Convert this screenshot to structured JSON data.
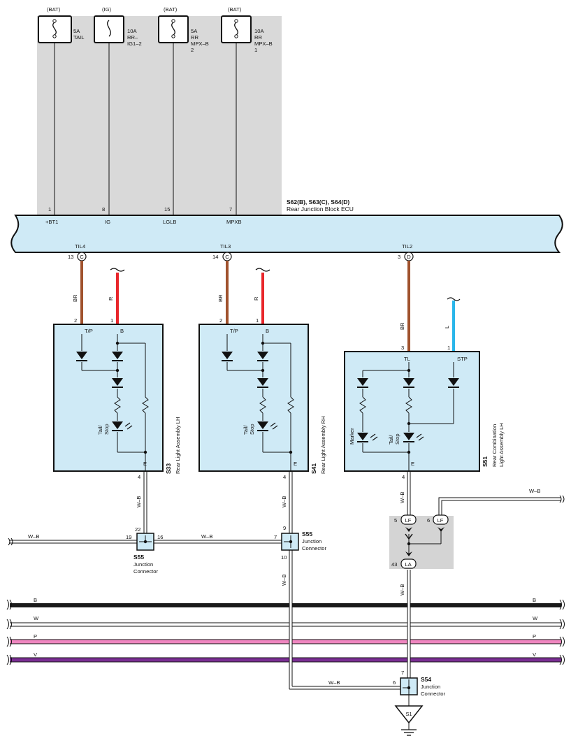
{
  "fuses": [
    {
      "source": "(BAT)",
      "rating": "5A",
      "name_lines": [
        "TAIL"
      ],
      "pin": "1",
      "term": "+BT1"
    },
    {
      "source": "(IG)",
      "rating": "10A",
      "name_lines": [
        "RR–",
        "IG1–2"
      ],
      "pin": "8",
      "term": "IG"
    },
    {
      "source": "(BAT)",
      "rating": "5A",
      "name_lines": [
        "RR",
        "MPX–B",
        "2"
      ],
      "pin": "15",
      "term": "LGLB"
    },
    {
      "source": "(BAT)",
      "rating": "10A",
      "name_lines": [
        "RR",
        "MPX–B",
        "1"
      ],
      "pin": "7",
      "term": "MPXB"
    }
  ],
  "ecu": {
    "code": "S62(B), S63(C), S64(D)",
    "name": "Rear Junction Block ECU"
  },
  "ecu_outputs": [
    {
      "term": "TIL4",
      "pin": "13",
      "conn": "C"
    },
    {
      "term": "TIL3",
      "pin": "14",
      "conn": "C"
    },
    {
      "term": "TIL2",
      "pin": "3",
      "conn": "D"
    }
  ],
  "lamps": [
    {
      "code": "S33",
      "name": "Rear Light Assembly LH",
      "wire_br": "BR",
      "wire_r": "R",
      "pin_tp": "2",
      "pin_b": "1",
      "term_tp": "T/P",
      "term_b": "B",
      "led": [
        "Tail/",
        "Stop"
      ],
      "term_e": "E",
      "pin_e": "4",
      "wire_e": "W–B"
    },
    {
      "code": "S41",
      "name": "Rear Light Assembly RH",
      "wire_br": "BR",
      "wire_r": "R",
      "pin_tp": "2",
      "pin_b": "1",
      "term_tp": "T/P",
      "term_b": "B",
      "led": [
        "Tail/",
        "Stop"
      ],
      "term_e": "E",
      "pin_e": "4",
      "wire_e": "W–B"
    }
  ],
  "combo": {
    "code": "S51",
    "name_lines": [
      "Rear Combination",
      "Light Assembly LH"
    ],
    "wire_br": "BR",
    "wire_l": "L",
    "pin_tl": "3",
    "pin_stp": "1",
    "term_tl": "TL",
    "term_stp": "STP",
    "led_marker": "Marker",
    "led_tail": [
      "Tail/",
      "Stop"
    ],
    "term_e": "E",
    "pin_e": "4",
    "wire_e": "W–B"
  },
  "junction_left": {
    "code": "S55",
    "name": "Junction",
    "name2": "Connector",
    "pin_top": "22",
    "pin_left": "19",
    "pin_right": "16",
    "wire_left": "W–B",
    "wire_mid": "W–B"
  },
  "junction_mid": {
    "code": "S55",
    "name": "Junction",
    "name2": "Connector",
    "pin_top": "9",
    "pin_left": "7",
    "pin_bottom": "10",
    "wire_down": "W–B"
  },
  "junction_bottom": {
    "code": "S54",
    "name": "Junction",
    "name2": "Connector",
    "pin_top": "7",
    "pin_left": "6",
    "wire_in": "W–B"
  },
  "splice": {
    "pin_lf1": "5",
    "conn_lf1": "LF",
    "pin_lf2": "6",
    "conn_lf2": "LF",
    "pin_la": "43",
    "conn_la": "LA",
    "wire_right": "W–B",
    "wire_down": "W–B"
  },
  "ground": "S1",
  "bus_lines": [
    {
      "label": "B",
      "color": "#1a1a1a"
    },
    {
      "label": "W",
      "color": "#ffffff"
    },
    {
      "label": "P",
      "color": "#ef86c0"
    },
    {
      "label": "V",
      "color": "#7a2e93"
    }
  ],
  "colors": {
    "box_fill": "#cfeaf6",
    "gray_panel": "#d9d9d9",
    "wire_br": "#a0522d",
    "wire_r": "#e8262b",
    "wire_l": "#29b6ea"
  }
}
